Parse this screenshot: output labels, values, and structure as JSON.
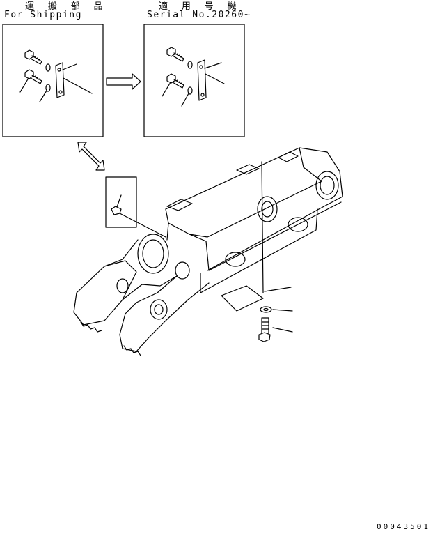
{
  "panel_left": {
    "title_jp": "運 搬 部 品",
    "title_en": "For Shipping"
  },
  "panel_right": {
    "title_jp": "適 用 号 機",
    "title_en": "Serial No.20260~"
  },
  "drawing_code": "00043501",
  "icons": [
    "bolt-icon",
    "washer-icon",
    "plate-icon",
    "arrow-right-icon",
    "double-arrow-icon",
    "track-frame-drawing"
  ]
}
